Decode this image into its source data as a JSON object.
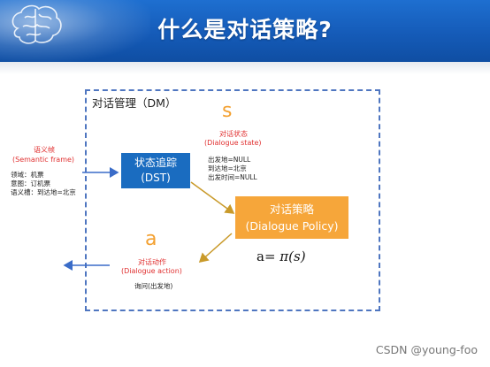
{
  "header": {
    "title": "什么是对话策略?"
  },
  "diagram": {
    "dm_label": "对话管理（DM）",
    "dst_line1": "状态追踪",
    "dst_line2": "(DST)",
    "policy_line1": "对话策略",
    "policy_line2": "(Dialogue Policy)",
    "state_symbol": "s",
    "state_cn": "对话状态",
    "state_en": "(Dialogue state)",
    "state_slots": [
      "出发地=NULL",
      "到达地=北京",
      "出发时间=NULL"
    ],
    "frame_cn": "语义帧",
    "frame_en": "(Semantic frame)",
    "frame_slots": [
      "领域：机票",
      "意图：订机票",
      "语义槽：到达地=北京"
    ],
    "action_symbol": "a",
    "action_cn": "对话动作",
    "action_en": "(Dialogue action)",
    "action_value": "询问(出发地)",
    "formula_prefix": "a= ",
    "formula_expr": "π(s)"
  },
  "watermark": "CSDN @young-foo",
  "colors": {
    "header": "#155bb8",
    "dashed_border": "#4f76c0",
    "dst_box": "#1a6cc0",
    "policy_box": "#f6a63a",
    "arrow_blue": "#3a6cc8",
    "arrow_gold": "#c99a2a",
    "label_red": "#e03030",
    "symbol_orange": "#f3a030"
  }
}
